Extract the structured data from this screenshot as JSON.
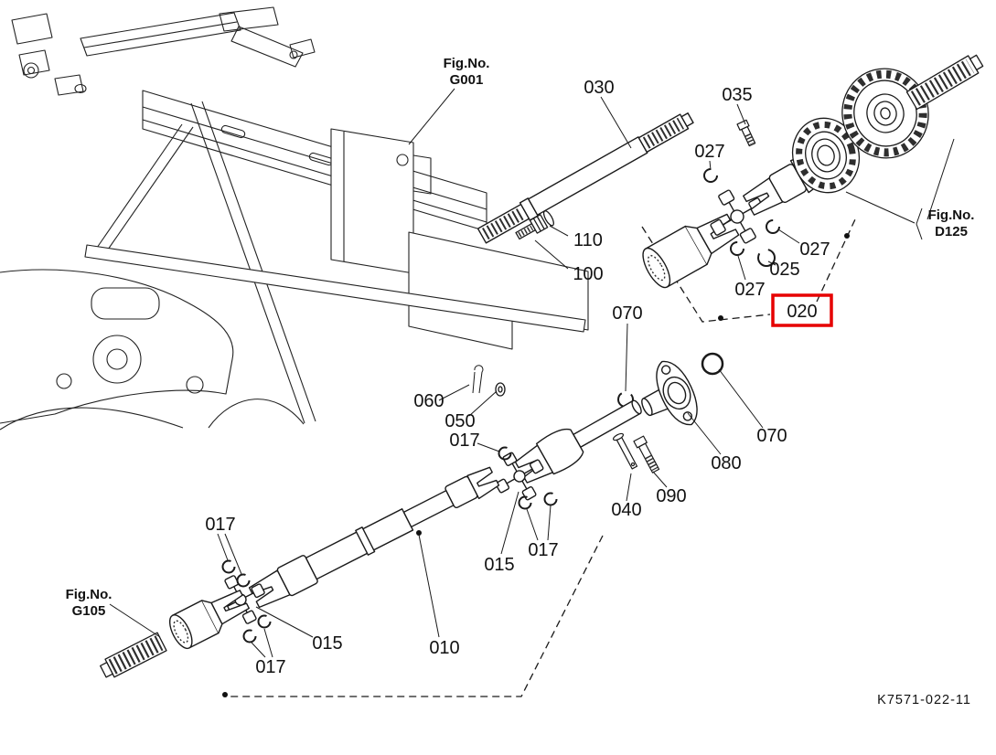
{
  "diagram": {
    "drawing_number": "K7571-022-11",
    "highlighted_part": "020",
    "highlight_color": "#e60000",
    "fig_refs": [
      {
        "line1": "Fig.No.",
        "line2": "G001"
      },
      {
        "line1": "Fig.No.",
        "line2": "D125"
      },
      {
        "line1": "Fig.No.",
        "line2": "G105"
      }
    ],
    "callouts": [
      {
        "text": "030"
      },
      {
        "text": "035"
      },
      {
        "text": "027"
      },
      {
        "text": "110"
      },
      {
        "text": "100"
      },
      {
        "text": "027"
      },
      {
        "text": "025"
      },
      {
        "text": "027"
      },
      {
        "text": "020"
      },
      {
        "text": "070"
      },
      {
        "text": "060"
      },
      {
        "text": "050"
      },
      {
        "text": "017"
      },
      {
        "text": "070"
      },
      {
        "text": "080"
      },
      {
        "text": "090"
      },
      {
        "text": "040"
      },
      {
        "text": "017"
      },
      {
        "text": "015"
      },
      {
        "text": "017"
      },
      {
        "text": "015"
      },
      {
        "text": "017"
      },
      {
        "text": "010"
      }
    ]
  }
}
